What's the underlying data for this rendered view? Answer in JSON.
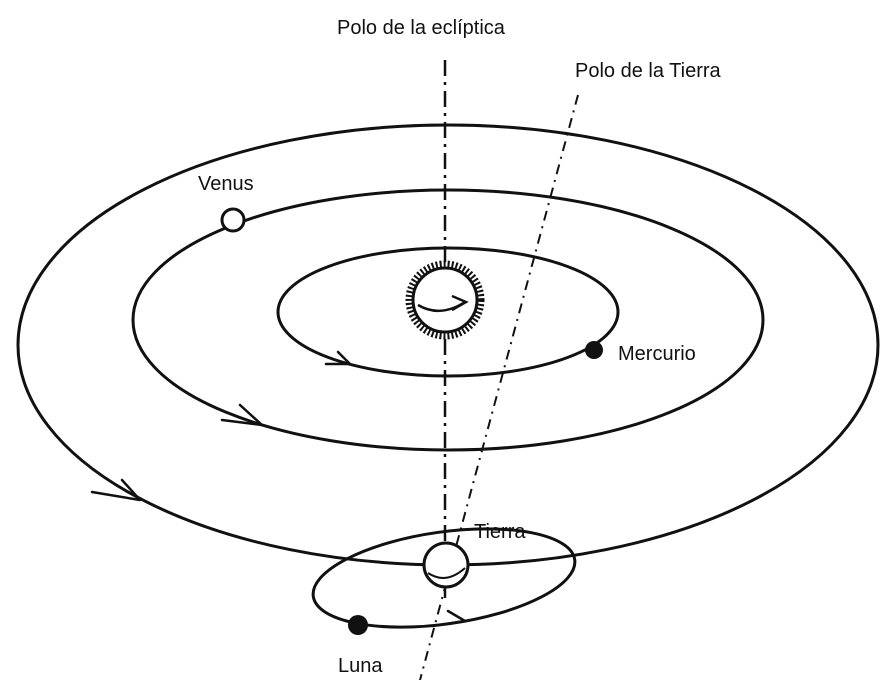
{
  "labels": {
    "ecliptic_pole": "Polo de la eclíptica",
    "earth_pole": "Polo de la Tierra",
    "venus": "Venus",
    "mercury": "Mercurio",
    "earth": "Tierra",
    "moon": "Luna"
  },
  "colors": {
    "ink": "#111111",
    "background": "#ffffff"
  }
}
